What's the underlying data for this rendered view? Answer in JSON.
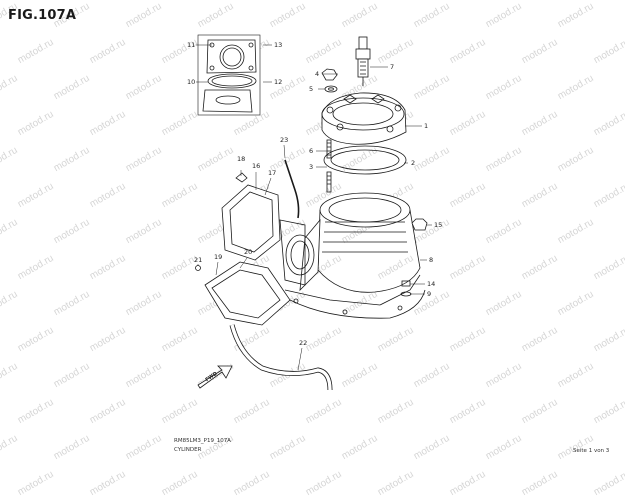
{
  "figure": {
    "title": "FIG.107A",
    "code": "RM85LM3_P19_107A",
    "name": "CYLINDER",
    "page": "Seite 1 von 3"
  },
  "watermark": "motod.ru",
  "fwd_label": "FWD",
  "callouts": [
    "1",
    "2",
    "3",
    "4",
    "5",
    "6",
    "7",
    "8",
    "9",
    "10",
    "11",
    "12",
    "13",
    "14",
    "15",
    "16",
    "17",
    "18",
    "19",
    "20",
    "21",
    "22",
    "23"
  ]
}
